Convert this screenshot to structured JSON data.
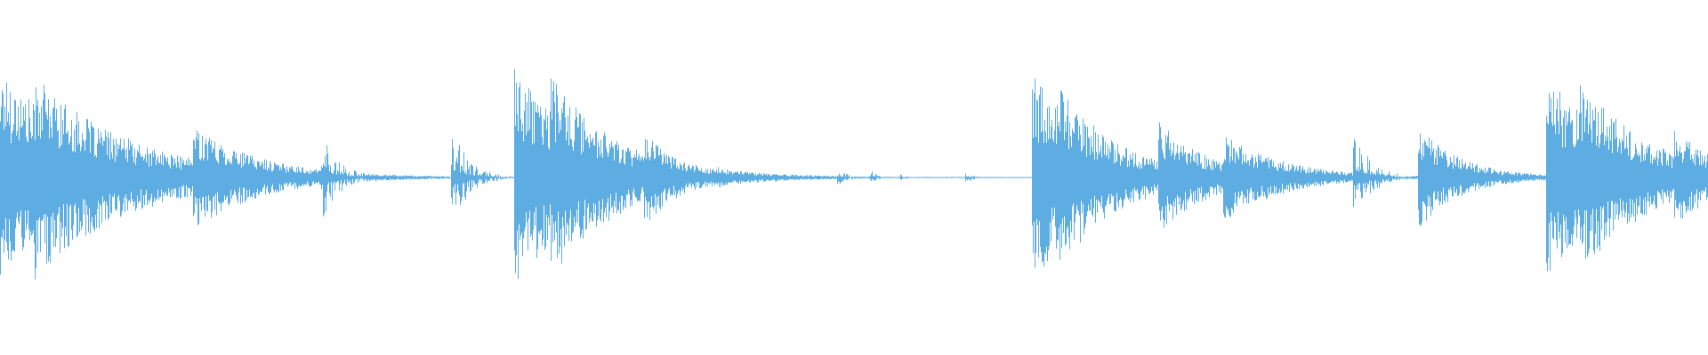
{
  "waveform": {
    "color": "#5dade2",
    "background": "#ffffff",
    "baseline_amplitude": 0.004,
    "seed": 17,
    "hits": [
      {
        "at": 0.0,
        "peak": 0.62,
        "decay": 0.05,
        "density": "high"
      },
      {
        "at": 0.02,
        "peak": 0.58,
        "decay": 0.055,
        "density": "high"
      },
      {
        "at": 0.075,
        "peak": 0.22,
        "decay": 0.03,
        "density": "high"
      },
      {
        "at": 0.113,
        "peak": 0.3,
        "decay": 0.04,
        "density": "high"
      },
      {
        "at": 0.188,
        "peak": 0.28,
        "decay": 0.01,
        "density": "low"
      },
      {
        "at": 0.207,
        "peak": 0.04,
        "decay": 0.004,
        "density": "low"
      },
      {
        "at": 0.225,
        "peak": 0.02,
        "decay": 0.003,
        "density": "low"
      },
      {
        "at": 0.264,
        "peak": 0.3,
        "decay": 0.01,
        "density": "low"
      },
      {
        "at": 0.301,
        "peak": 0.62,
        "decay": 0.045,
        "density": "high"
      },
      {
        "at": 0.322,
        "peak": 0.58,
        "decay": 0.04,
        "density": "high"
      },
      {
        "at": 0.377,
        "peak": 0.3,
        "decay": 0.02,
        "density": "high"
      },
      {
        "at": 0.42,
        "peak": 0.06,
        "decay": 0.02,
        "density": "high"
      },
      {
        "at": 0.49,
        "peak": 0.05,
        "decay": 0.006,
        "density": "low"
      },
      {
        "at": 0.509,
        "peak": 0.05,
        "decay": 0.004,
        "density": "low"
      },
      {
        "at": 0.527,
        "peak": 0.03,
        "decay": 0.003,
        "density": "low"
      },
      {
        "at": 0.565,
        "peak": 0.04,
        "decay": 0.004,
        "density": "low"
      },
      {
        "at": 0.604,
        "peak": 0.6,
        "decay": 0.04,
        "density": "high"
      },
      {
        "at": 0.62,
        "peak": 0.52,
        "decay": 0.035,
        "density": "high"
      },
      {
        "at": 0.678,
        "peak": 0.32,
        "decay": 0.03,
        "density": "high"
      },
      {
        "at": 0.716,
        "peak": 0.25,
        "decay": 0.035,
        "density": "high"
      },
      {
        "at": 0.792,
        "peak": 0.3,
        "decay": 0.01,
        "density": "low"
      },
      {
        "at": 0.811,
        "peak": 0.06,
        "decay": 0.005,
        "density": "low"
      },
      {
        "at": 0.83,
        "peak": 0.3,
        "decay": 0.025,
        "density": "high"
      },
      {
        "at": 0.867,
        "peak": 0.04,
        "decay": 0.005,
        "density": "low"
      },
      {
        "at": 0.905,
        "peak": 0.58,
        "decay": 0.045,
        "density": "high"
      },
      {
        "at": 0.925,
        "peak": 0.56,
        "decay": 0.04,
        "density": "high"
      },
      {
        "at": 0.98,
        "peak": 0.28,
        "decay": 0.03,
        "density": "high"
      }
    ]
  }
}
